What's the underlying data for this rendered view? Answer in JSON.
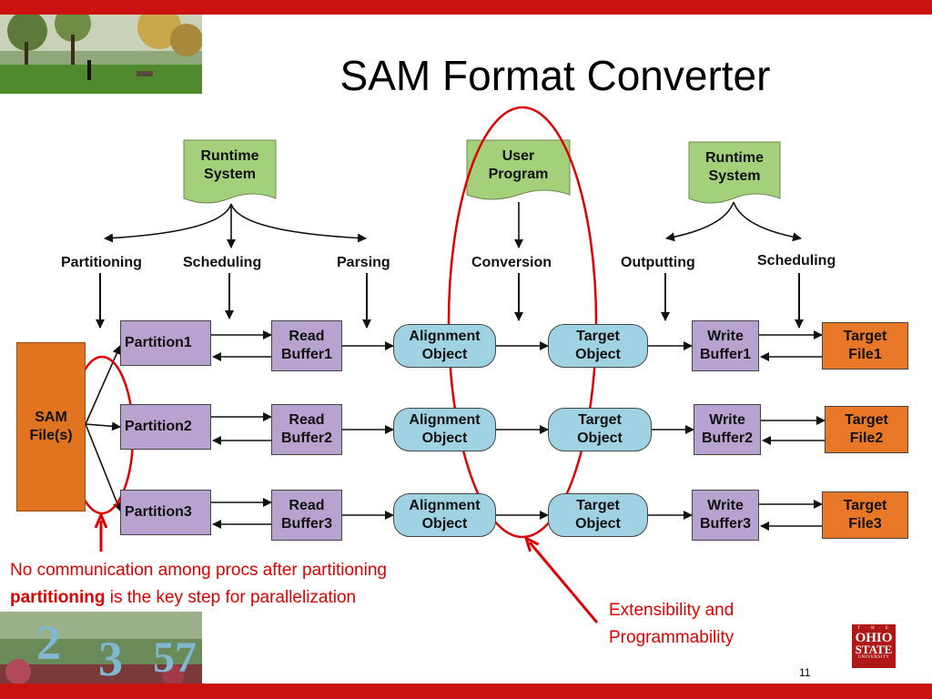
{
  "title": "SAM Format Converter",
  "sources": {
    "runtime_left": "Runtime\nSystem",
    "user_program": "User\nProgram",
    "runtime_right": "Runtime\nSystem"
  },
  "stage_labels": {
    "partitioning": "Partitioning",
    "scheduling_left": "Scheduling",
    "parsing": "Parsing",
    "conversion": "Conversion",
    "outputting": "Outputting",
    "scheduling_right": "Scheduling"
  },
  "sam_file": "SAM\nFile(s)",
  "rows": [
    {
      "partition": "Partition1",
      "read_buffer": "Read\nBuffer1",
      "alignment": "Alignment\nObject",
      "target": "Target\nObject",
      "write_buffer": "Write\nBuffer1",
      "target_file": "Target\nFile1"
    },
    {
      "partition": "Partition2",
      "read_buffer": "Read\nBuffer2",
      "alignment": "Alignment\nObject",
      "target": "Target\nObject",
      "write_buffer": "Write\nBuffer2",
      "target_file": "Target\nFile2"
    },
    {
      "partition": "Partition3",
      "read_buffer": "Read\nBuffer3",
      "alignment": "Alignment\nObject",
      "target": "Target\nObject",
      "write_buffer": "Write\nBuffer3",
      "target_file": "Target\nFile3"
    }
  ],
  "annotations": {
    "line1": "No communication among procs after partitioning",
    "line2_bold": "partitioning",
    "line2_rest": " is the key step for parallelization",
    "extensibility": "Extensibility and\nProgrammability"
  },
  "page_number": "11",
  "logo": {
    "line1": "T · H · E",
    "line2": "OHIO",
    "line3": "STATE",
    "line4": "UNIVERSITY"
  },
  "colors": {
    "accent_red": "#cc1111",
    "annotation_red": "#dd0000",
    "source_green": "#a4cf7b",
    "sam_orange": "#e07420",
    "buffer_purple": "#b8a2d0",
    "object_blue": "#9fd3e3",
    "target_orange": "#e87828"
  }
}
